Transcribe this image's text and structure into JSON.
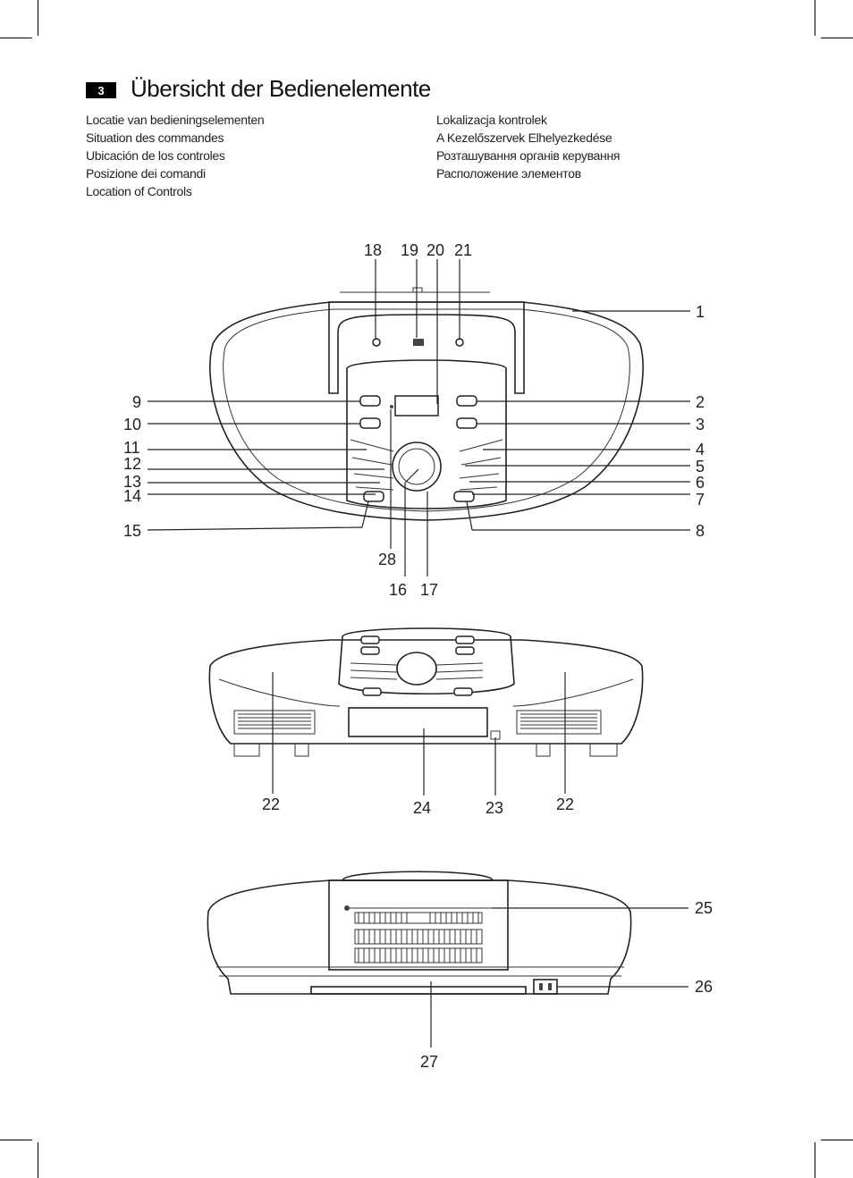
{
  "section_number": "3",
  "title": "Übersicht der Bedienelemente",
  "languages_left": [
    "Locatie van bedieningselementen",
    "Situation des commandes",
    "Ubicación de los controles",
    "Posizione dei comandi",
    "Location of Controls"
  ],
  "languages_right": [
    "Lokalizacja kontrolek",
    "A Kezelőszervek Elhelyezkedése",
    "Розташування органів керування",
    "Расположение элементов"
  ],
  "diagrams": {
    "top_view": {
      "callouts": [
        "18",
        "19",
        "20",
        "21",
        "1",
        "2",
        "3",
        "4",
        "5",
        "6",
        "7",
        "8",
        "9",
        "10",
        "11",
        "12",
        "13",
        "14",
        "15",
        "28",
        "16",
        "17"
      ]
    },
    "front_view": {
      "callouts": [
        "22",
        "24",
        "23",
        "22"
      ]
    },
    "back_view": {
      "callouts": [
        "25",
        "26",
        "27"
      ]
    }
  }
}
